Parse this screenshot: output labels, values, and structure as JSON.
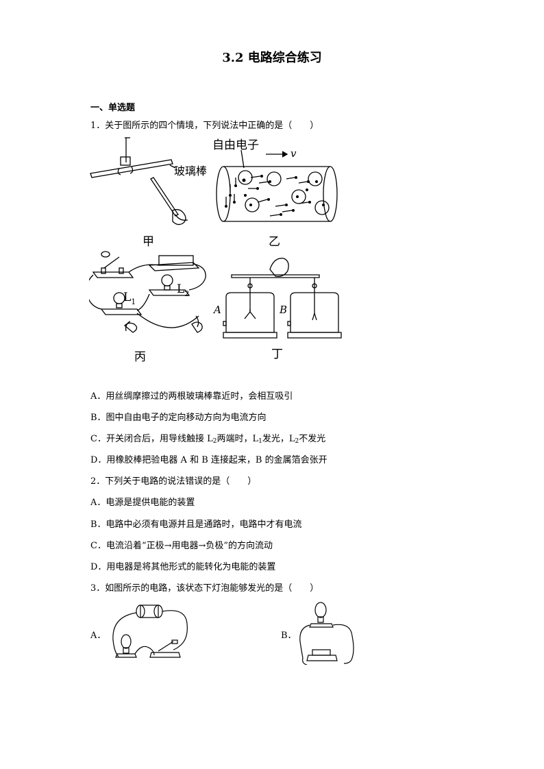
{
  "title": "3.2 电路综合练习",
  "section": "一、单选题",
  "q1": {
    "stem": "1．关于图所示的四个情境，下列说法中正确的是（　　）",
    "figure": {
      "label_jia": "甲",
      "label_yi": "乙",
      "label_bing": "丙",
      "label_ding": "丁",
      "glass_rod": "玻璃棒",
      "free_electron": "自由电子",
      "velocity": "v",
      "L1": "L",
      "L1_sub": "1",
      "L2": "L",
      "L2_sub": "2",
      "A": "A",
      "B": "B"
    },
    "options": {
      "A": "A．用丝绸摩擦过的两根玻璃棒靠近时，会相互吸引",
      "B": "B．图中自由电子的定向移动方向为电流方向",
      "C_pre": "C．开关闭合后，用导线触接 L",
      "C_s1": "2",
      "C_mid": "两端时，L",
      "C_s2": "1",
      "C_mid2": "发光，L",
      "C_s3": "2",
      "C_post": "不发光",
      "D": "D．用橡胶棒把验电器 A 和 B 连接起来，B 的金属箔会张开"
    }
  },
  "q2": {
    "stem": "2．下列关于电路的说法错误的是（　　）",
    "options": {
      "A": "A．电源是提供电能的装置",
      "B": "B．电路中必须有电源并且是通路时，电路中才有电流",
      "C": "C．电流沿着“正极→用电器→负极”的方向流动",
      "D": "D．用电器是将其他形式的能转化为电能的装置"
    }
  },
  "q3": {
    "stem": "3．如图所示的电路，该状态下灯泡能够发光的是（　　）",
    "optA": "A．",
    "optB": "B．"
  }
}
